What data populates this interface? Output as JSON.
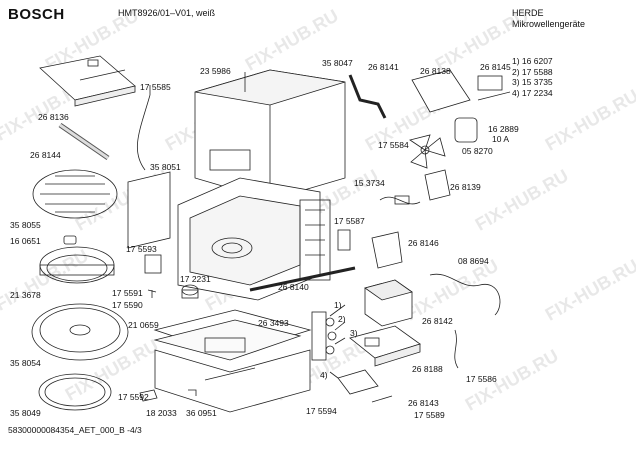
{
  "header": {
    "brand": "BOSCH",
    "model": "HMT8926/01–V01, weiß",
    "manufacturer": "HERDE",
    "category": "Mikrowellengeräte"
  },
  "legend": [
    "1) 16 6207",
    "2) 17 5588",
    "3) 15 3735",
    "4) 17 2234"
  ],
  "watermark": "FIX-HUB.RU",
  "footer": "58300000084354_AET_000_B   -4/3",
  "parts": {
    "p268136": "26 8136",
    "p268144": "26 8144",
    "p358055": "35 8055",
    "p160651": "16 0651",
    "p213678": "21 3678",
    "p358054": "35 8054",
    "p358049": "35 8049",
    "p175585": "17 5585",
    "p235986": "23 5986",
    "p358051": "35 8051",
    "p358047": "35 8047",
    "p268141": "26 8141",
    "p268138": "26 8138",
    "p268145": "26 8145",
    "p175584": "17 5584",
    "p162889": "16 2889",
    "p10a": "10 A",
    "p058270": "05 8270",
    "p153734": "15 3734",
    "p268139": "26 8139",
    "p175587": "17 5587",
    "p268146": "26 8146",
    "p088694": "08 8694",
    "p175593": "17 5593",
    "p172231": "17 2231",
    "p268140": "26 8140",
    "p175591": "17 5591",
    "p175590": "17 5590",
    "p210659": "21 0659",
    "p263493": "26 3493",
    "p268142": "26 8142",
    "p268188": "26 8188",
    "p175586": "17 5586",
    "p175592": "17 5592",
    "p182033": "18 2033",
    "p360951": "36 0951",
    "p268143": "26 8143",
    "p175594": "17 5594",
    "p175589": "17 5589",
    "c1": "1)",
    "c2": "2)",
    "c3": "3)",
    "c4": "4)"
  }
}
